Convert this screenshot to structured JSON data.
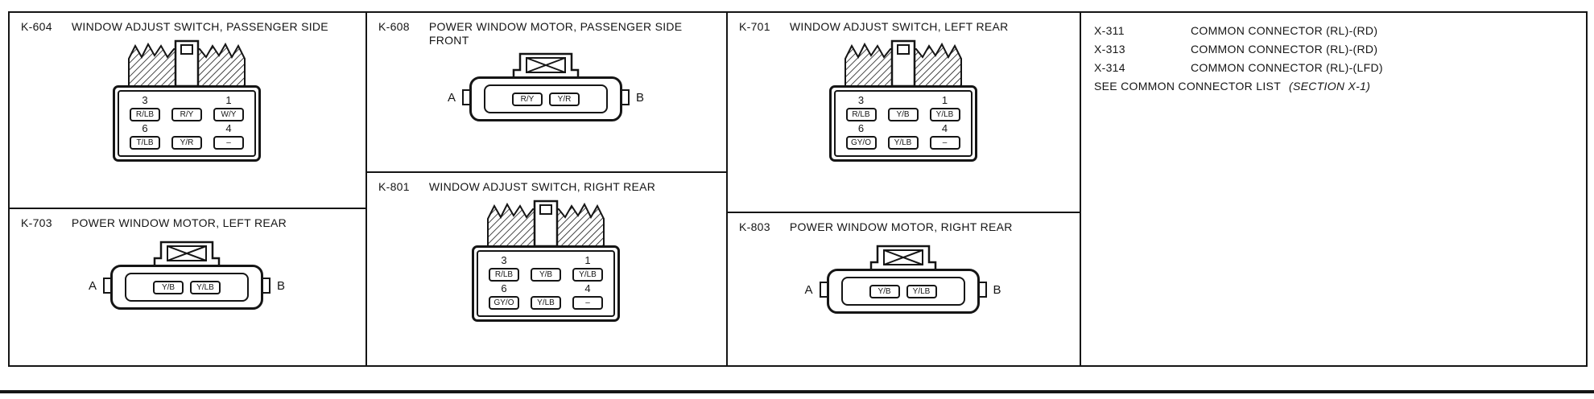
{
  "colors": {
    "line": "#151515",
    "background": "#ffffff"
  },
  "connectors": {
    "k604": {
      "code": "K-604",
      "title": "WINDOW ADJUST SWITCH, PASSENGER SIDE",
      "pin_numbers": {
        "top_left": "3",
        "top_right": "1",
        "bottom_left": "6",
        "bottom_right": "4"
      },
      "pins_row1": [
        "R/LB",
        "R/Y",
        "W/Y"
      ],
      "pins_row2": [
        "T/LB",
        "Y/R",
        "–"
      ]
    },
    "k608": {
      "code": "K-608",
      "title": "POWER WINDOW MOTOR,  PASSENGER SIDE",
      "title2": "FRONT",
      "terminal_a": "A",
      "terminal_b": "B",
      "pins": [
        "R/Y",
        "Y/R"
      ]
    },
    "k701": {
      "code": "K-701",
      "title": "WINDOW ADJUST SWITCH, LEFT REAR",
      "pin_numbers": {
        "top_left": "3",
        "top_right": "1",
        "bottom_left": "6",
        "bottom_right": "4"
      },
      "pins_row1": [
        "R/LB",
        "Y/B",
        "Y/LB"
      ],
      "pins_row2": [
        "GY/O",
        "Y/LB",
        "–"
      ]
    },
    "k703": {
      "code": "K-703",
      "title": "POWER WINDOW MOTOR,  LEFT REAR",
      "terminal_a": "A",
      "terminal_b": "B",
      "pins": [
        "Y/B",
        "Y/LB"
      ]
    },
    "k801": {
      "code": "K-801",
      "title": "WINDOW ADJUST SWITCH, RIGHT REAR",
      "pin_numbers": {
        "top_left": "3",
        "top_right": "1",
        "bottom_left": "6",
        "bottom_right": "4"
      },
      "pins_row1": [
        "R/LB",
        "Y/B",
        "Y/LB"
      ],
      "pins_row2": [
        "GY/O",
        "Y/LB",
        "–"
      ]
    },
    "k803": {
      "code": "K-803",
      "title": "POWER WINDOW MOTOR,  RIGHT REAR",
      "terminal_a": "A",
      "terminal_b": "B",
      "pins": [
        "Y/B",
        "Y/LB"
      ]
    }
  },
  "common_connectors": {
    "rows": [
      {
        "code": "X-311",
        "desc": "COMMON CONNECTOR (RL)-(RD)"
      },
      {
        "code": "X-313",
        "desc": "COMMON CONNECTOR (RL)-(RD)"
      },
      {
        "code": "X-314",
        "desc": "COMMON CONNECTOR (RL)-(LFD)"
      }
    ],
    "footer": "SEE COMMON CONNECTOR LIST",
    "footer_section": "(SECTION X-1)"
  }
}
